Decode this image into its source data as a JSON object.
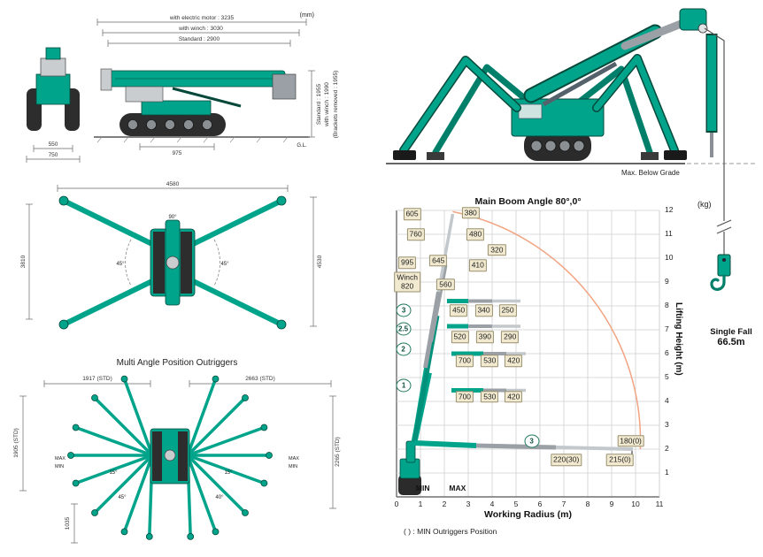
{
  "page": {
    "units_note": "(mm)"
  },
  "colors": {
    "crane_green": "#00A48B",
    "crane_green_dark": "#06493B",
    "label_box_bg": "#F2EAD0",
    "label_box_border": "#99906F",
    "envelope_arc": "#F2A380",
    "grid_line": "#CFCFCF"
  },
  "side_view": {
    "dim_motor": "with electric motor : 3235",
    "dim_winch": "with winch : 3030",
    "dim_standard": "Standard : 2900",
    "dim_height_standard": "Standard : 1955",
    "dim_height_winch": "with winch : 1990",
    "dim_height_brackets": "(Brackets removed : 1955)",
    "ground_label": "G.L.",
    "dim_front_inner": "550",
    "dim_front_outer": "750",
    "dim_crawler": "975"
  },
  "top_view": {
    "dim_width": "4580",
    "dim_height_right": "4530",
    "dim_height_left": "3810",
    "angle_left": "45°",
    "angle_right": "45°",
    "angle_top": "90°"
  },
  "multi_angle": {
    "title": "Multi Angle Position Outriggers",
    "dim_top_left": "1917 (STD)",
    "dim_top_right": "2663 (STD)",
    "dim_side_left": "1905 (STD)",
    "dim_side_right": "2265 (STD)",
    "dim_bottom": "1035",
    "max_label": "MAX",
    "min_label": "MIN",
    "angle_left_upper": "15°",
    "angle_left_lower": "45°",
    "angle_right_upper": "15°",
    "angle_right_lower": "40°"
  },
  "illustration": {
    "below_grade_label": "Max. Below Grade"
  },
  "hook": {
    "single_fall_label": "Single Fall",
    "single_fall_length": "66.5m"
  },
  "chart": {
    "title": "Main Boom Angle 80°,0°",
    "unit_label": "(kg)",
    "xlabel": "Working Radius (m)",
    "ylabel": "Lifting Height (m)",
    "note": "( ) : MIN Outriggers Position"
  },
  "chart_data": {
    "type": "scatter",
    "title": "Main Boom Angle 80°,0°",
    "xlabel": "Working Radius (m)",
    "ylabel": "Lifting Height (m)",
    "unit": "kg",
    "xlim": [
      0,
      11
    ],
    "ylim": [
      0,
      12
    ],
    "x_ticks": [
      0,
      1,
      2,
      3,
      4,
      5,
      6,
      7,
      8,
      9,
      10,
      11
    ],
    "y_ticks": [
      1,
      2,
      3,
      4,
      5,
      6,
      7,
      8,
      9,
      10,
      11,
      12
    ],
    "envelope": {
      "start": [
        2.35,
        11.95
      ],
      "end": [
        10.2,
        2.0
      ],
      "radius": 9.8
    },
    "load_labels": [
      {
        "text": "605",
        "x": 0.65,
        "y": 11.85
      },
      {
        "text": "380",
        "x": 3.1,
        "y": 11.9
      },
      {
        "text": "760",
        "x": 0.8,
        "y": 11.0
      },
      {
        "text": "480",
        "x": 3.3,
        "y": 11.0
      },
      {
        "text": "320",
        "x": 4.2,
        "y": 10.35
      },
      {
        "text": "995",
        "x": 0.45,
        "y": 9.8
      },
      {
        "text": "645",
        "x": 1.75,
        "y": 9.9
      },
      {
        "text": "410",
        "x": 3.4,
        "y": 9.7
      },
      {
        "text": "Winch\n820",
        "x": 0.45,
        "y": 9.0
      },
      {
        "text": "560",
        "x": 2.05,
        "y": 8.9
      },
      {
        "text": "450",
        "x": 2.6,
        "y": 7.8
      },
      {
        "text": "340",
        "x": 3.65,
        "y": 7.8
      },
      {
        "text": "250",
        "x": 4.65,
        "y": 7.8
      },
      {
        "text": "520",
        "x": 2.65,
        "y": 6.7
      },
      {
        "text": "390",
        "x": 3.7,
        "y": 6.7
      },
      {
        "text": "290",
        "x": 4.75,
        "y": 6.7
      },
      {
        "text": "700",
        "x": 2.85,
        "y": 5.7
      },
      {
        "text": "530",
        "x": 3.9,
        "y": 5.7
      },
      {
        "text": "420",
        "x": 4.9,
        "y": 5.7
      },
      {
        "text": "700",
        "x": 2.85,
        "y": 4.2
      },
      {
        "text": "530",
        "x": 3.9,
        "y": 4.2
      },
      {
        "text": "420",
        "x": 4.9,
        "y": 4.2
      },
      {
        "text": "180(0)",
        "x": 9.8,
        "y": 2.35
      },
      {
        "text": "220(30)",
        "x": 7.1,
        "y": 1.55
      },
      {
        "text": "215(0)",
        "x": 9.35,
        "y": 1.55
      }
    ],
    "boom_markers": [
      {
        "text": "3",
        "x": 0.3,
        "y": 7.8
      },
      {
        "text": "2.5",
        "x": 0.28,
        "y": 7.05
      },
      {
        "text": "2",
        "x": 0.28,
        "y": 6.2
      },
      {
        "text": "1",
        "x": 0.3,
        "y": 4.65
      },
      {
        "text": "3",
        "x": 5.65,
        "y": 2.35
      }
    ],
    "floor_labels": [
      {
        "text": "MIN",
        "x": 1.1,
        "y": 0.37
      },
      {
        "text": "MAX",
        "x": 2.55,
        "y": 0.37
      }
    ]
  }
}
